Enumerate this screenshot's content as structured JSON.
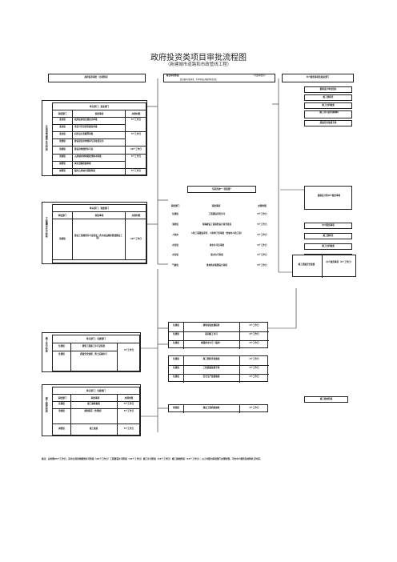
{
  "title": "政府投资类项目审批流程图",
  "subtitle": "（新建城市道路和市政管线工程）",
  "stage_headers": {
    "planning": "政府投资审批（立项阶段）",
    "approval": "联合审查阶段",
    "approval_note": "（行政审批局）",
    "approval_sub": "联合图审并联审查，不再单独出具图纸审查意见",
    "support": "中介服务事项及相关部门"
  },
  "support_items": [
    "勘察设计单位招标",
    "施工图审查",
    "施工合同备案",
    "施工许可证申请材料",
    "质量安全监督手续"
  ],
  "stage1": {
    "side_label": "立项用地规划许可阶段",
    "head": "牵头部门：发改部门",
    "cols": [
      "审批部门",
      "审批事项",
      "办理时限"
    ],
    "rows": [
      {
        "dept": "发改局",
        "item": "政府投资项目建议书审批",
        "time": "5个工作日"
      },
      {
        "dept": "发改局",
        "item": "项目可行性研究报告审批",
        "time": ""
      },
      {
        "dept": "发改局",
        "item": "初步设计及概算审批",
        "time": "5个工作日"
      },
      {
        "dept": "资规局",
        "item": "建设项目用地预审与选址意见书",
        "time": ""
      },
      {
        "dept": "资规局",
        "item": "建设用地规划许可证",
        "time": "10个工作日"
      },
      {
        "dept": "资规局",
        "item": "占用城市绿地和砍伐树木审批",
        "time": "5个工作日"
      },
      {
        "dept": "城管局",
        "item": "城市道路挖掘审批",
        "time": ""
      },
      {
        "dept": "城管局",
        "item": "临时占用城市道路审批",
        "time": "5个工作日"
      }
    ]
  },
  "link_label": "专家咨询“一张蓝图”",
  "stage2": {
    "side_label": "工程建设许可阶段",
    "head": "牵头部门：资规部门",
    "cols": [
      "审批部门",
      "审批事项",
      "办理时限"
    ],
    "rows": [
      {
        "dept": "资规局",
        "item": "建设工程规划许可证核发（含市政设施和管线建设工程）",
        "time": "10个工作日"
      }
    ]
  },
  "parallel": {
    "cols": [
      "审批部门",
      "审批事项",
      "办理时限"
    ],
    "rows": [
      {
        "dept": "住建局",
        "item": "工程建设审查许可",
        "time": "5个工作日"
      },
      {
        "dept": "消防局",
        "item": "特殊建设工程消防设计审查意见",
        "time": "5个工作日"
      },
      {
        "dept": "人防办",
        "item": "人防工程建设审查、人防地下室审批（含城市人防工程）",
        "time": "5个工作日"
      },
      {
        "dept": "水务局",
        "item": "排水许可证审批",
        "time": "5个工作日"
      },
      {
        "dept": "水务局",
        "item": "取水许可审批",
        "time": "5个工作日"
      },
      {
        "dept": "气象局",
        "item": "雷电防护装置设计审核",
        "time": "5个工作日"
      }
    ]
  },
  "right_boxes": {
    "r1": "勘察设计等中介服务事项",
    "r2": "中介服务事项",
    "r3": "施工图审查",
    "r4": "施工合同备案",
    "r5": "建设单位自行办理"
  },
  "stage3": {
    "side_label": "施工许可阶段",
    "head": "牵头部门：住建部门",
    "rows": [
      {
        "dept": "住建局",
        "item": "建筑工程施工许可证核发",
        "time": ""
      },
      {
        "dept": "住建局",
        "item": "质量安全监督、渣土运输许可",
        "time": "3个工作日"
      }
    ],
    "side_rows": [
      {
        "dept": "住建局",
        "item": "建筑垃圾处置核准",
        "time": "3个工作日"
      },
      {
        "dept": "住建局",
        "item": "夜间施工许可",
        "time": "3个工作日"
      },
      {
        "dept": "住建局",
        "item": "城镇排水许可（临时）",
        "time": "3个工作日"
      },
      {
        "dept": "住建局",
        "item": "施工图审查和备案",
        "time": "3个工作日"
      },
      {
        "dept": "住建局",
        "item": "工程质量监督手续",
        "time": "3个工作日"
      },
      {
        "dept": "住建局",
        "item": "安全生产监督备案",
        "time": "3个工作日"
      }
    ],
    "right_label": "施工质量安全监督",
    "right_note": "中介服务事项（3个工作日）"
  },
  "marker": "竣工验收阶段",
  "stage4": {
    "side_label": "竣工验收阶段",
    "head": "牵头部门：住建部门",
    "cols": [
      "审批部门",
      "审批事项",
      "办理时限"
    ],
    "rows": [
      {
        "dept": "住建局",
        "item": "竣工验收备案",
        "time": "5个工作日"
      },
      {
        "dept": "资规局",
        "item": "规划核实（含测绘）",
        "time": "5个工作日"
      },
      {
        "dept": "城管局",
        "item": "竣工备案",
        "time": "5个工作日"
      }
    ],
    "side_row": {
      "dept": "档案馆",
      "item": "建设工程档案验收",
      "time": "3个工作日"
    }
  },
  "footnote": "备注：总时限65个工作日，其中立项用地规划许可阶段（20个工作日）工程建设许可阶段（15个工作日）施工许可阶段（15个工作日）竣工验收阶段（15个工作日）；以上时限为审批部门办理时限，不含中介服务及材料补正时间。"
}
